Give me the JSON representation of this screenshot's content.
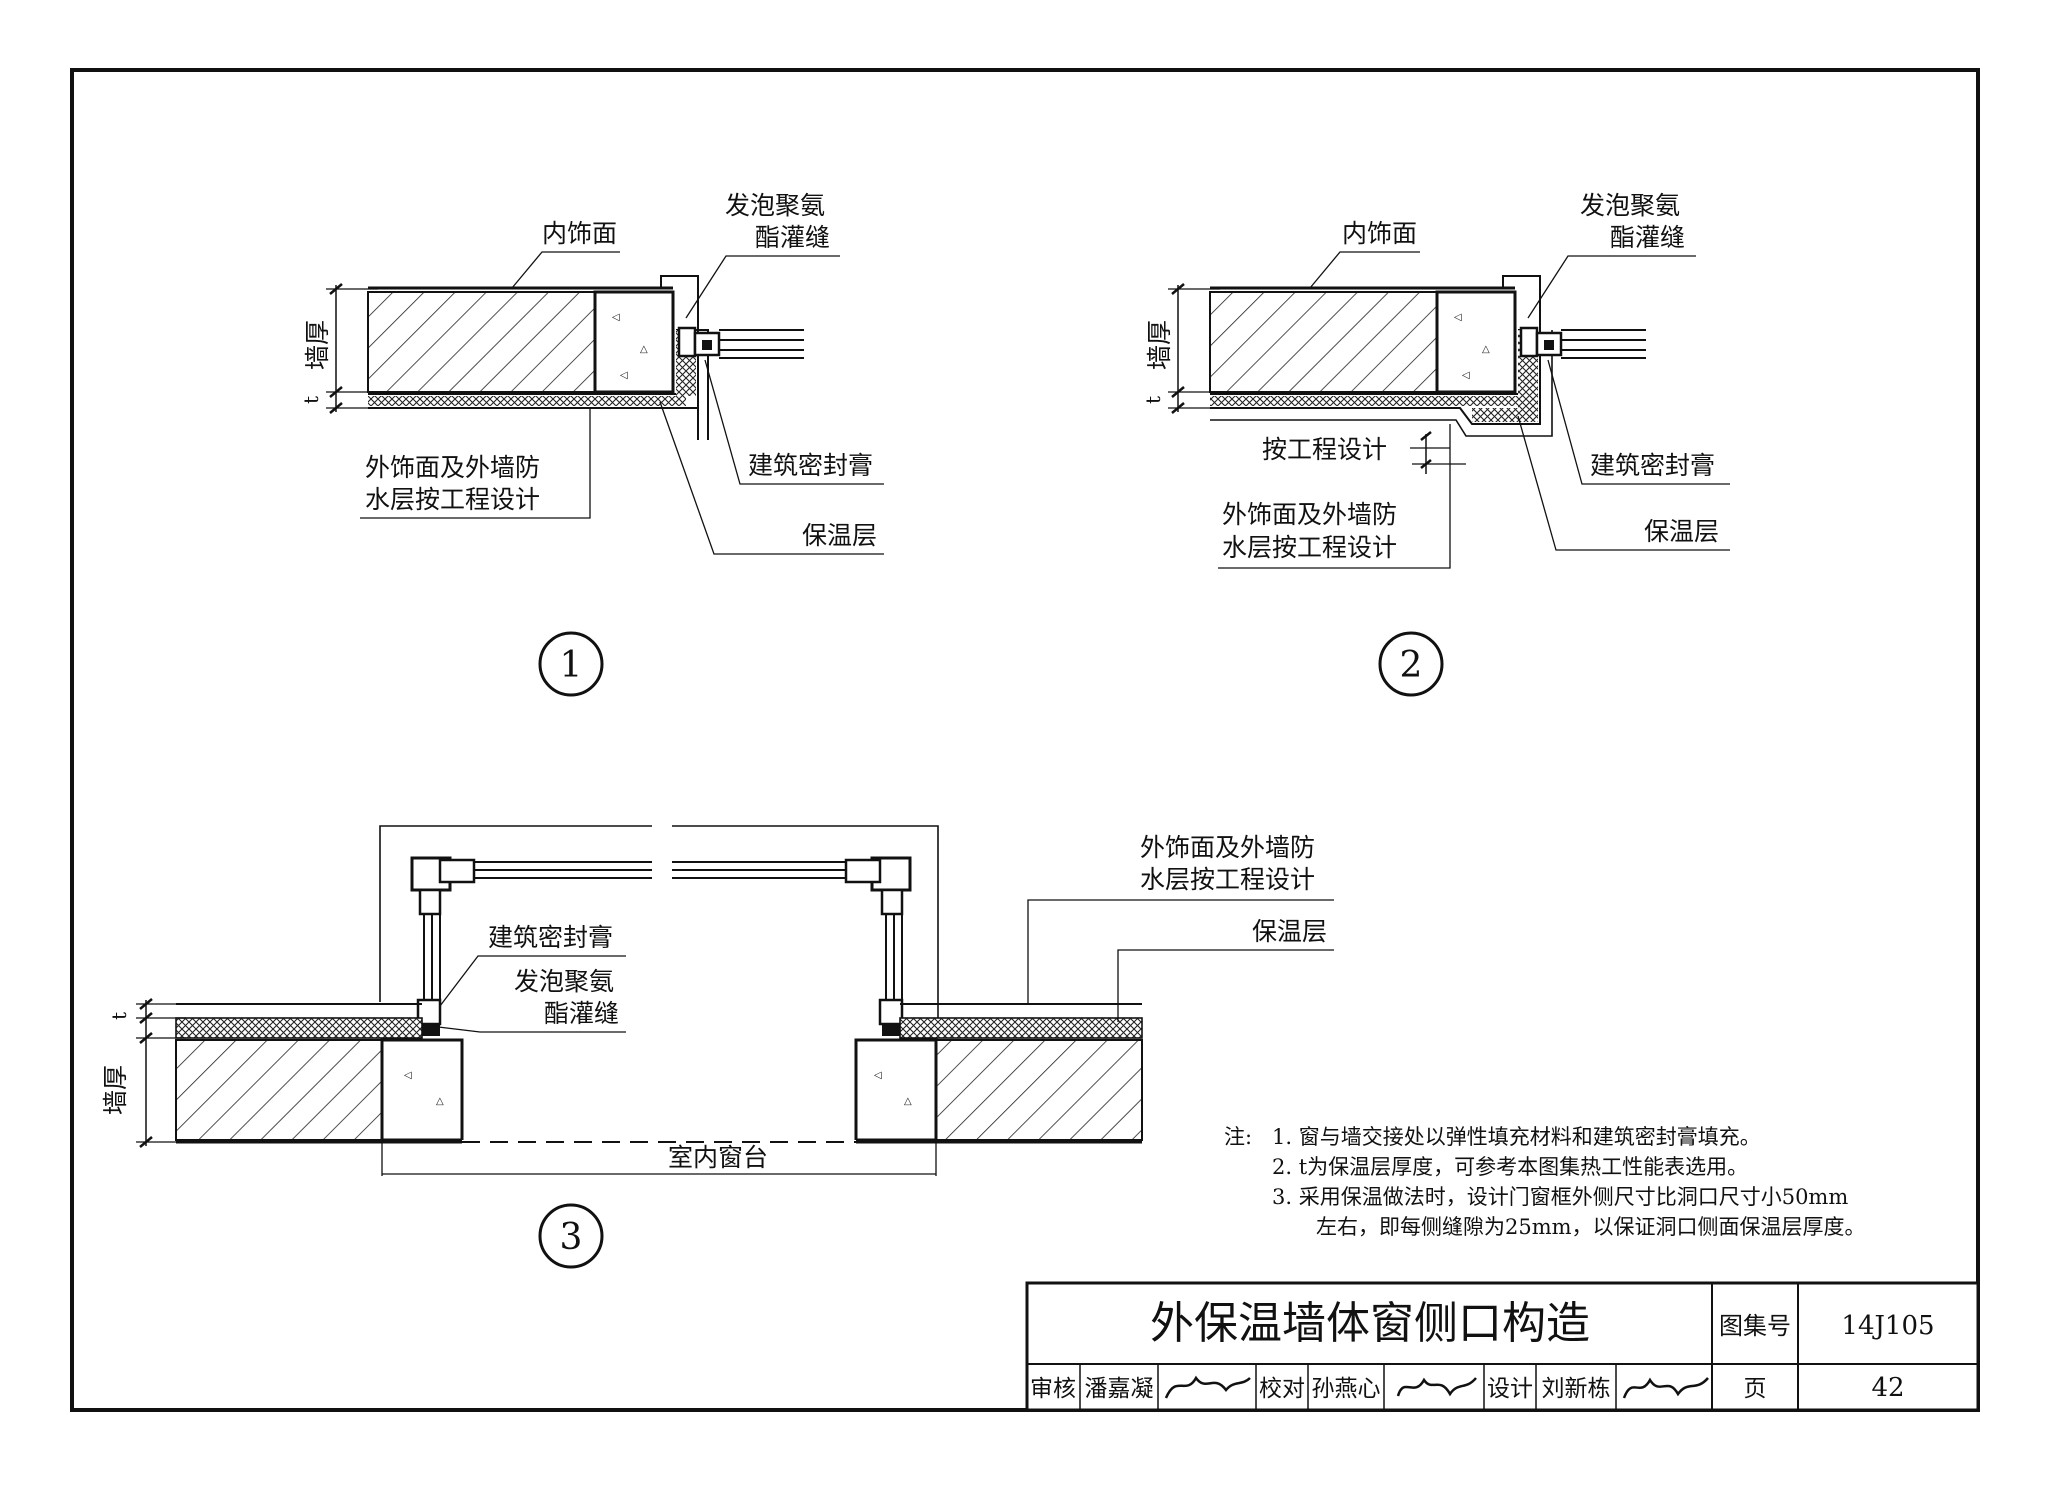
{
  "labels": {
    "inner_finish": "内饰面",
    "foam_fill_l1": "发泡聚氨",
    "foam_fill_l2": "酯灌缝",
    "wall_thickness": "墙厚",
    "t": "t",
    "exterior_l1": "外饰面及外墙防",
    "exterior_l2": "水层按工程设计",
    "sealant": "建筑密封膏",
    "insulation": "保温层",
    "per_project": "按工程设计",
    "sill": "室内窗台"
  },
  "details": [
    "1",
    "2",
    "3"
  ],
  "notes": {
    "prefix": "注:",
    "items": [
      "1.  窗与墙交接处以弹性填充材料和建筑密封膏填充。",
      "2.  t为保温层厚度，可参考本图集热工性能表选用。",
      "3.  采用保温做法时，设计门窗框外侧尺寸比洞口尺寸小50mm",
      "左右，即每侧缝隙为25mm，以保证洞口侧面保温层厚度。"
    ]
  },
  "title_block": {
    "title": "外保温墙体窗侧口构造",
    "atlas_label": "图集号",
    "atlas_no": "14J105",
    "review_label": "审核",
    "reviewer": "潘嘉凝",
    "check_label": "校对",
    "checker": "孙燕心",
    "design_label": "设计",
    "designer": "刘新栋",
    "page_label": "页",
    "page_no": "42"
  }
}
